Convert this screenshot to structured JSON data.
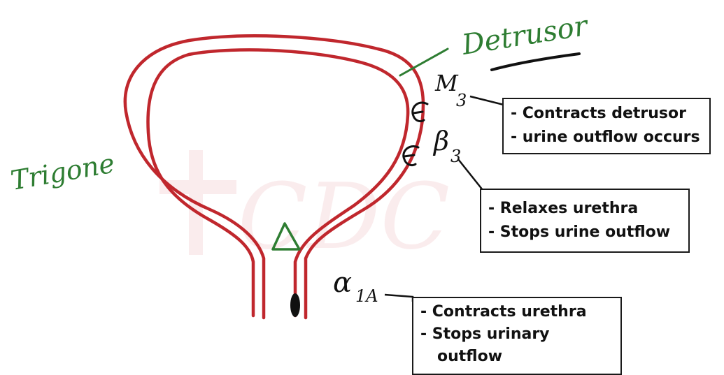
{
  "labels": {
    "detrusor": "Detrusor",
    "trigone": "Trigone",
    "m3_main": "M",
    "m3_sub": "3",
    "beta3_main": "β",
    "beta3_sub": "3",
    "alpha1a_main": "α",
    "alpha1a_sub": "1A"
  },
  "boxes": {
    "m3": [
      "- Contracts detrusor",
      "- urine outflow occurs"
    ],
    "beta3": [
      "- Relaxes urethra",
      "- Stops urine outflow"
    ],
    "alpha1a": [
      "- Contracts urethra",
      "- Stops urinary",
      "outflow"
    ]
  },
  "watermark": "CDC",
  "colors": {
    "bladder_wall": "#c0272d",
    "green_ink": "#2e7d32",
    "black_ink": "#111111",
    "watermark": "#f3c9cc"
  }
}
